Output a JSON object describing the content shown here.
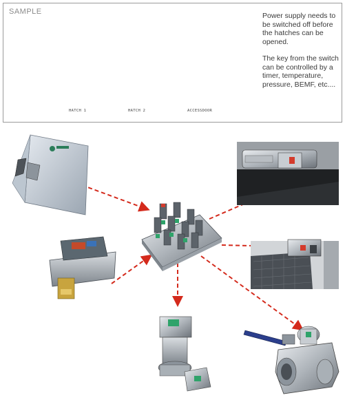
{
  "panel": {
    "sample_label": "SAMPLE",
    "note_1": "Power supply needs to be switched off before the hatches can be opened.",
    "note_2": "The key from the switch can be controlled by a timer, temperature, pressure, BEMF, etc....",
    "hatch_labels": [
      "HATCH 1",
      "HATCH 2",
      "ACCESSDOOR"
    ]
  },
  "colors": {
    "connector_line": "#2b8fd6",
    "dashed_arrow": "#d42a1c",
    "hatch_fill": "#2e8a7a",
    "hatch_pattern": "#a8d8d0",
    "switch_box": "#f2e9a2"
  },
  "icons": [
    "power-switch-icon",
    "key-lock-icon",
    "lightning-icon"
  ]
}
